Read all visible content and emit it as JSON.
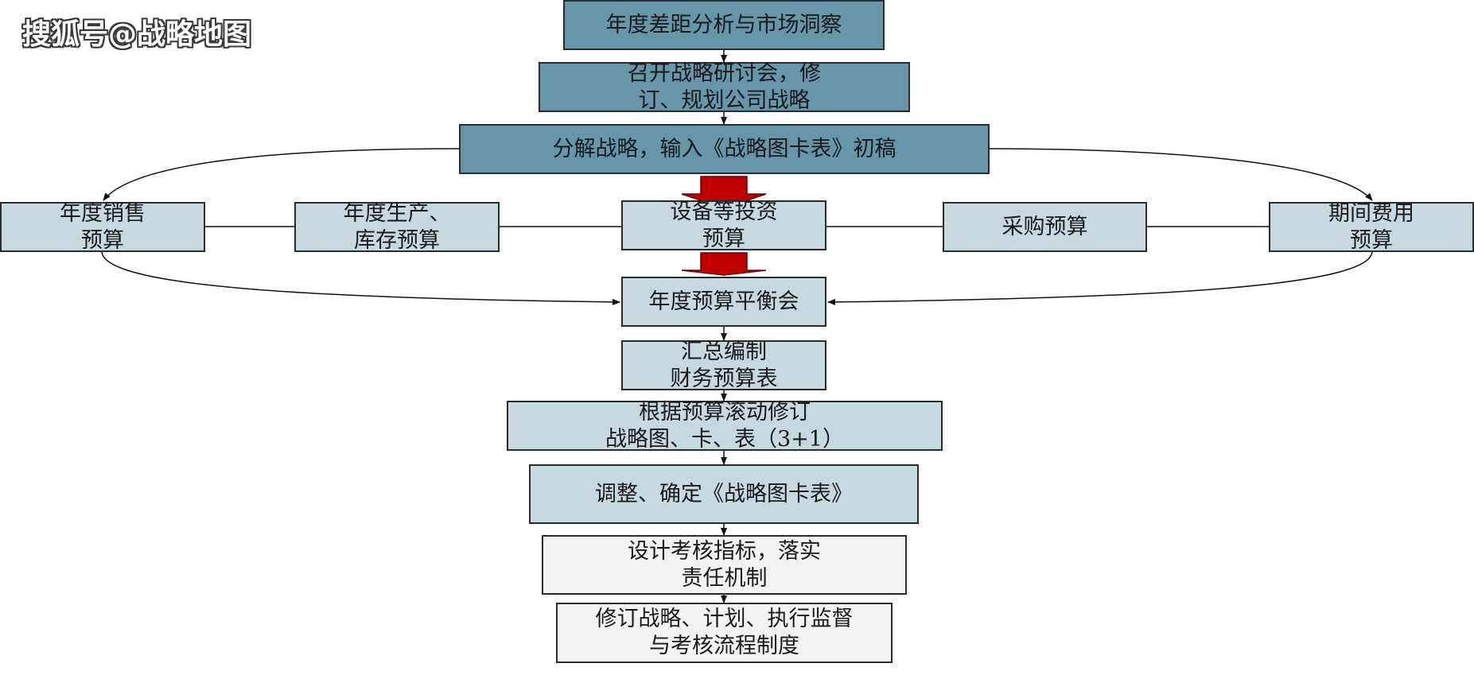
{
  "watermark": "搜狐号@战略地图",
  "nodes": {
    "n1": [
      "年度差距分析与市场洞察"
    ],
    "n2": [
      "召开战略研讨会，修",
      "订、规划公司战略"
    ],
    "n3": [
      "分解战略，输入《战略图卡表》初稿"
    ],
    "sales": [
      "年度销售",
      "预算"
    ],
    "production": [
      "年度生产、",
      "库存预算"
    ],
    "equipment": [
      "设备等投资",
      "预算"
    ],
    "purchase": [
      "采购预算"
    ],
    "period": [
      "期间费用",
      "预算"
    ],
    "balance": [
      "年度预算平衡会"
    ],
    "compile": [
      "汇总编制",
      "财务预算表"
    ],
    "rolling": [
      "根据预算滚动修订",
      "战略图、卡、表（3+1）"
    ],
    "adjust": [
      "调整、确定《战略图卡表》"
    ],
    "kpi": [
      "设计考核指标，落实",
      "责任机制"
    ],
    "revise": [
      "修订战略、计划、执行监督",
      "与考核流程制度"
    ]
  },
  "colors": {
    "dark": "#6796aa",
    "light": "#c6d9e0",
    "pale": "#f2f2f2",
    "arrow_red": "#c00000"
  }
}
